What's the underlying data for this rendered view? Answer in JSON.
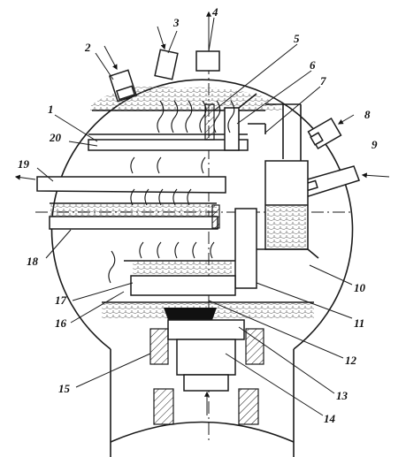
{
  "labels": {
    "l1": "1",
    "l2": "2",
    "l3": "3",
    "l4": "4",
    "l5": "5",
    "l6": "6",
    "l7": "7",
    "l8": "8",
    "l9": "9",
    "l10": "10",
    "l11": "11",
    "l12": "12",
    "l13": "13",
    "l14": "14",
    "l15": "15",
    "l16": "16",
    "l17": "17",
    "l18": "18",
    "l19": "19",
    "l20": "20"
  },
  "colors": {
    "ink": "#1a1a1a",
    "paper": "#ffffff"
  }
}
